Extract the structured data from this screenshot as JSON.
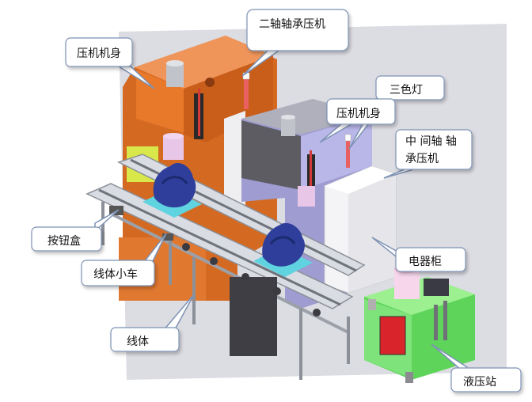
{
  "labels": {
    "press_frame_left": "压机机身",
    "press_frame_right": "压机机身",
    "second_shaft_press": "二轴轴承压机",
    "tri_color_light": "三色灯",
    "middle_shaft_press_line1": "中 间轴 轴",
    "middle_shaft_press_line2": "承压机",
    "button_box": "按钮盒",
    "line_cart": "线体小车",
    "line_body": "线体",
    "electric_cabinet": "电器柜",
    "hydraulic_station": "液压站"
  },
  "colors": {
    "press_orange": "#E8782A",
    "press_gray": "#5C5C62",
    "press_lavender": "#B9B6E8",
    "conveyor_steel": "#C9CCD2",
    "cart_cyan": "#5FD3E0",
    "hydraulic_green": "#7EE37A",
    "cabinet_white": "#F2F2F2",
    "panel_red": "#D8242A",
    "callout_border": "#7E93B5"
  }
}
